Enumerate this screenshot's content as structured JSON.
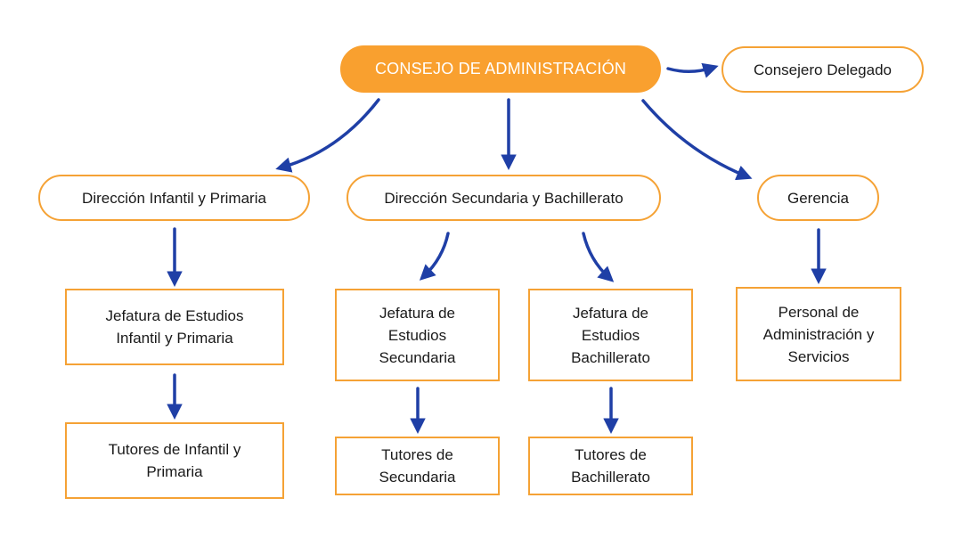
{
  "nodes": {
    "consejo": {
      "label": "CONSEJO DE ADMINISTRACIÓN"
    },
    "delegado": {
      "label": "Consejero Delegado"
    },
    "dir_infantil": {
      "label": "Dirección Infantil y Primaria"
    },
    "dir_secundaria": {
      "label": "Dirección Secundaria y Bachillerato"
    },
    "gerencia": {
      "label": "Gerencia"
    },
    "jef_infantil": {
      "lines": [
        "Jefatura de Estudios",
        "Infantil y Primaria"
      ]
    },
    "jef_secundaria": {
      "lines": [
        "Jefatura de",
        "Estudios",
        "Secundaria"
      ]
    },
    "jef_bachillerato": {
      "lines": [
        "Jefatura de",
        "Estudios",
        "Bachillerato"
      ]
    },
    "personal": {
      "lines": [
        "Personal de",
        "Administración y",
        "Servicios"
      ]
    },
    "tut_infantil": {
      "lines": [
        "Tutores de Infantil y",
        "Primaria"
      ]
    },
    "tut_secundaria": {
      "lines": [
        "Tutores de",
        "Secundaria"
      ]
    },
    "tut_bachillerato": {
      "lines": [
        "Tutores de",
        "Bachillerato"
      ]
    }
  },
  "colors": {
    "box_border": "#F5A235",
    "root_fill": "#F9A02F",
    "arrow": "#1F3FA6"
  }
}
